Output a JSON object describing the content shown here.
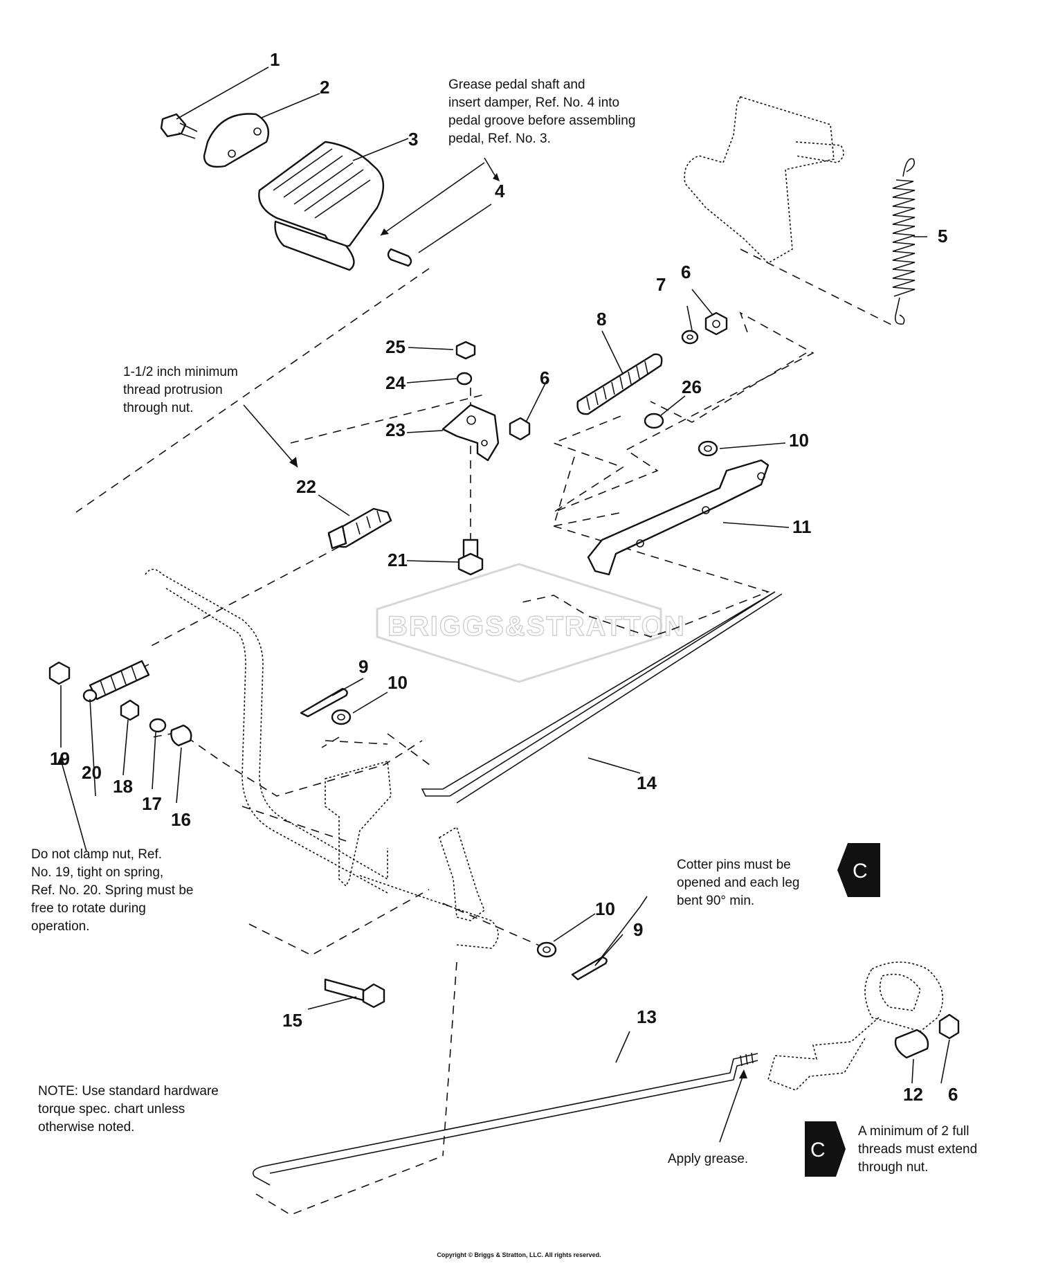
{
  "watermark": "BRIGGS&STRATTON",
  "labels": [
    "1",
    "2",
    "3",
    "4",
    "5",
    "6",
    "7",
    "8",
    "26",
    "10",
    "11",
    "25",
    "24",
    "23",
    "6",
    "22",
    "21",
    "9",
    "10",
    "14",
    "19",
    "20",
    "18",
    "17",
    "16",
    "10",
    "9",
    "15",
    "13",
    "12",
    "6"
  ],
  "notes": {
    "grease_pedal": [
      "Grease pedal shaft and",
      "insert damper, Ref. No. 4 into",
      "pedal groove before assembling",
      "pedal, Ref. No. 3."
    ],
    "thread_protrusion": [
      "1-1/2 inch minimum",
      "thread protrusion",
      "through nut."
    ],
    "do_not_clamp": [
      "Do not clamp nut, Ref.",
      "No. 19, tight on spring,",
      "Ref. No. 20. Spring must be",
      "free to rotate during",
      "operation."
    ],
    "cotter_pins": [
      "Cotter pins must be",
      "opened and each leg",
      "bent 90° min."
    ],
    "standard_hardware": [
      "NOTE: Use standard hardware",
      "torque spec. chart unless",
      "otherwise noted."
    ],
    "apply_grease": "Apply grease.",
    "minimum_threads": [
      "A minimum of 2 full",
      "threads must extend",
      "through nut."
    ]
  },
  "c_symbol": "C",
  "copyright": "Copyright © Briggs & Stratton, LLC. All rights reserved."
}
